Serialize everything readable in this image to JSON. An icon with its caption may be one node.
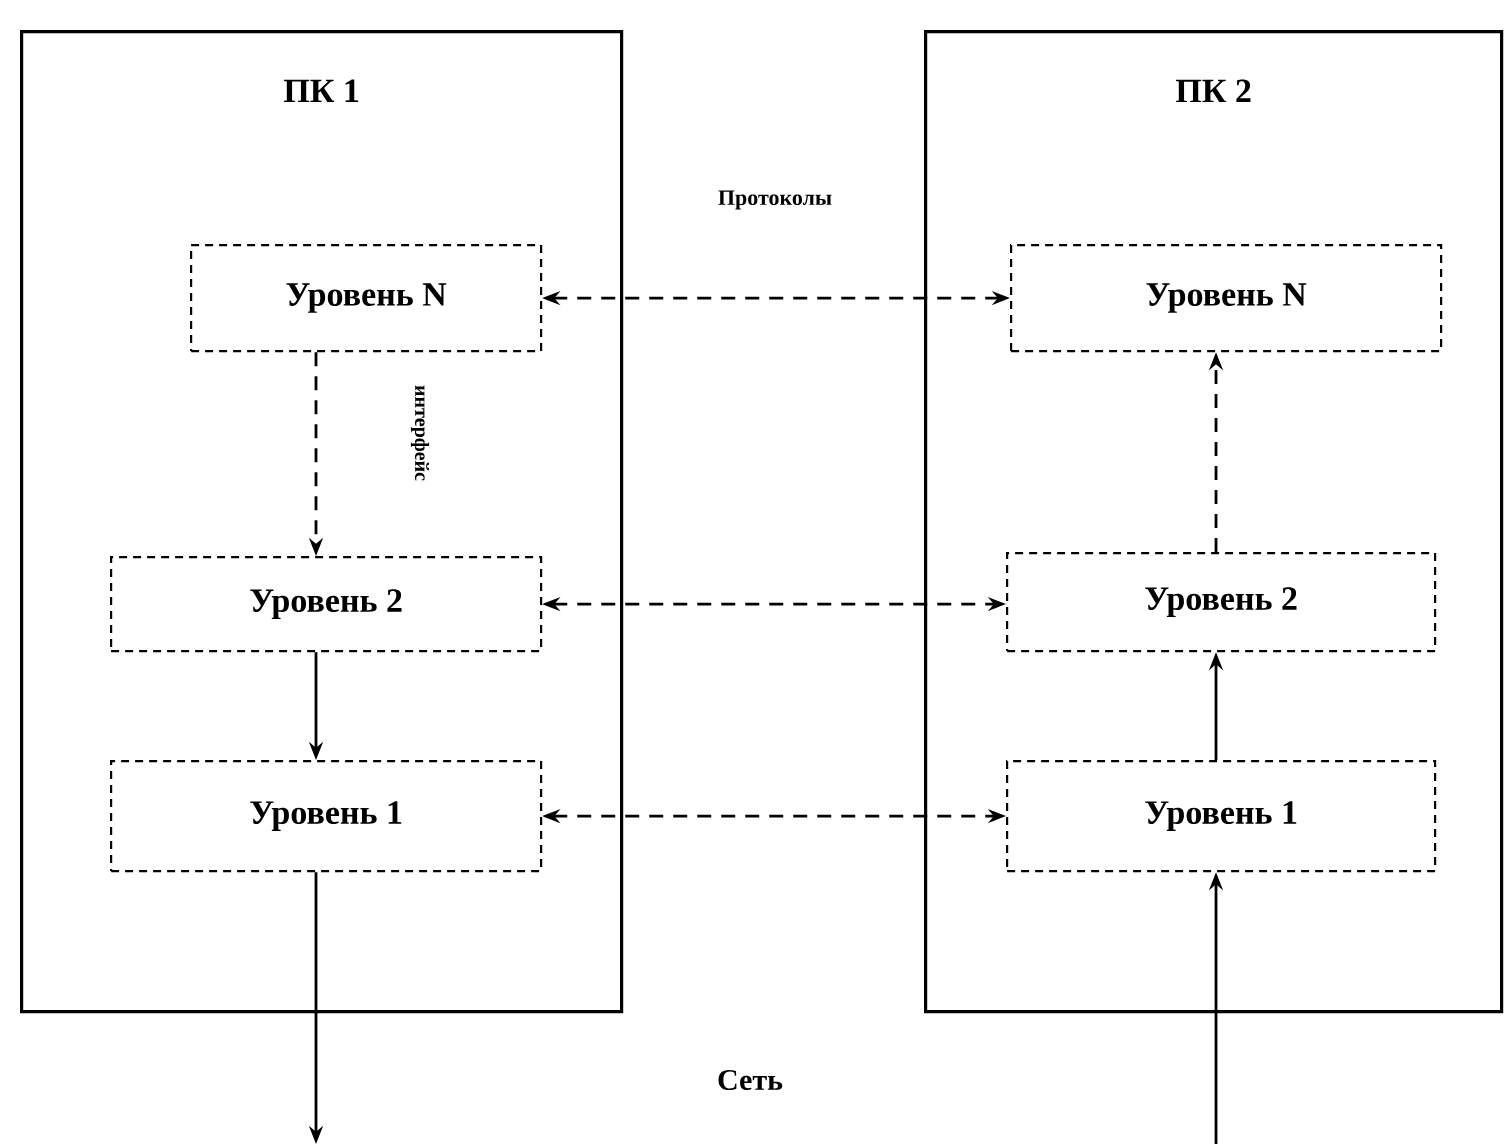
{
  "diagram": {
    "nodes": [
      {
        "text": [
          "ПК 1"
        ]
      },
      {
        "text": [
          "Уровень N"
        ],
        "in": 0
      },
      {
        "text": [
          "Уровень 2"
        ],
        "in": 0
      },
      {
        "text": [
          "Уровень 1"
        ],
        "in": 0
      },
      {
        "text": [
          "ПК 2"
        ]
      },
      {
        "text": [
          "Уровень N"
        ],
        "in": 4
      },
      {
        "text": [
          "Уровень 2"
        ],
        "in": 4
      },
      {
        "text": [
          "Уровень 1"
        ],
        "in": 4
      }
    ],
    "edges": [
      {
        "from": 1,
        "to": 5,
        "arrow": "both",
        "style": "dashed",
        "label": "Протоколы"
      },
      {
        "from": 1,
        "to": 2,
        "arrow": "to",
        "style": "dashed",
        "label": "интерфейс"
      },
      {
        "from": 2,
        "to": 3,
        "arrow": "to"
      },
      {
        "from": 3,
        "to": null,
        "arrow": "to"
      },
      {
        "from": 2,
        "to": 6,
        "arrow": "both",
        "style": "dashed"
      },
      {
        "from": 3,
        "to": 7,
        "arrow": "both",
        "style": "dashed"
      },
      {
        "from": null,
        "to": 7,
        "arrow": "to"
      },
      {
        "from": 7,
        "to": 6,
        "arrow": "to"
      },
      {
        "from": 6,
        "to": 5,
        "arrow": "to",
        "style": "dashed"
      }
    ],
    "labels": [
      "Сеть"
    ]
  }
}
